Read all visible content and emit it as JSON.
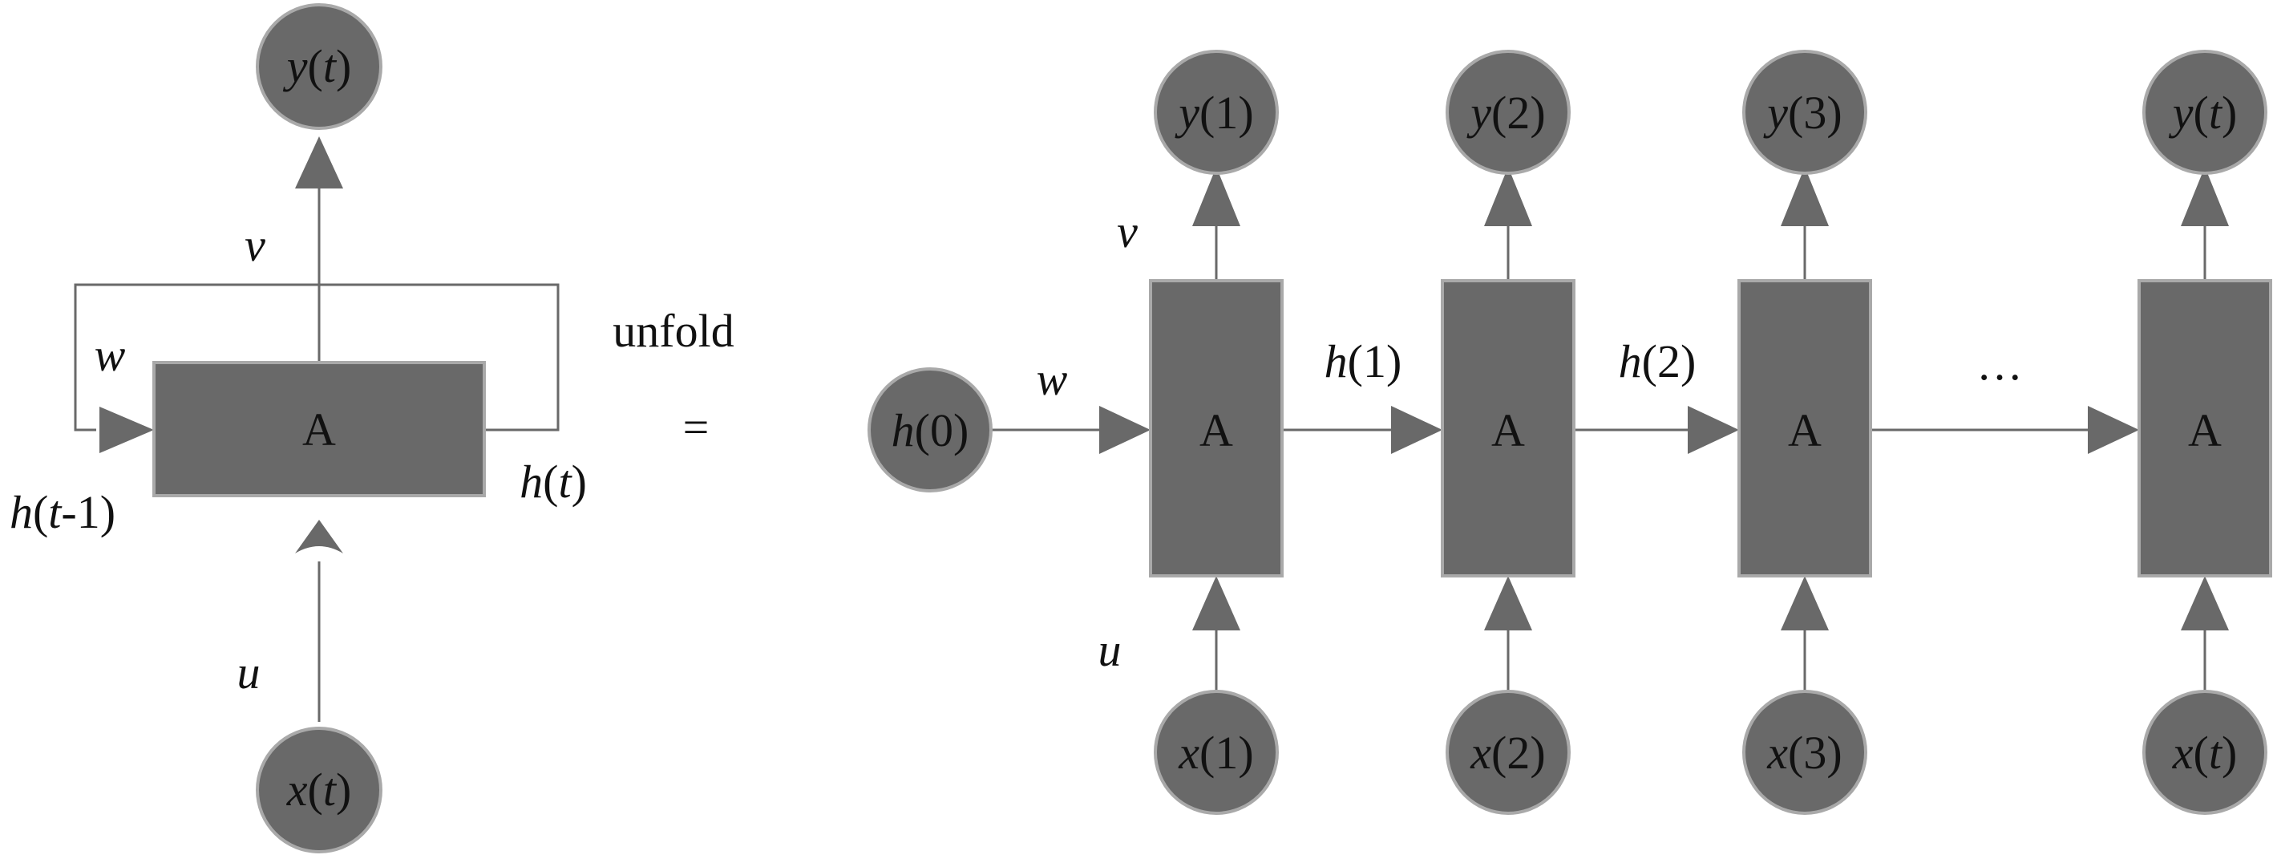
{
  "folded": {
    "cell": "A",
    "output": {
      "base": "y",
      "arg": "t",
      "arg_italic": true
    },
    "input": {
      "base": "x",
      "arg": "t",
      "arg_italic": true
    },
    "label_v": "v",
    "label_w": "w",
    "label_u": "u",
    "label_h_prev": {
      "base": "h",
      "open": "(",
      "t": "t",
      "rest": "-1)"
    },
    "label_h_t": {
      "base": "h",
      "arg": "t",
      "arg_italic": true
    }
  },
  "unfold_label": "unfold",
  "equals": "=",
  "unrolled": {
    "h0": {
      "base": "h",
      "arg": "0",
      "arg_italic": false
    },
    "label_w": "w",
    "label_v": "v",
    "label_u": "u",
    "ellipsis": "···",
    "steps": [
      {
        "cell": "A",
        "output": {
          "base": "y",
          "arg": "1",
          "arg_italic": false
        },
        "input": {
          "base": "x",
          "arg": "1",
          "arg_italic": false
        }
      },
      {
        "cell": "A",
        "output": {
          "base": "y",
          "arg": "2",
          "arg_italic": false
        },
        "input": {
          "base": "x",
          "arg": "2",
          "arg_italic": false
        }
      },
      {
        "cell": "A",
        "output": {
          "base": "y",
          "arg": "3",
          "arg_italic": false
        },
        "input": {
          "base": "x",
          "arg": "3",
          "arg_italic": false
        }
      },
      {
        "cell": "A",
        "output": {
          "base": "y",
          "arg": "t",
          "arg_italic": true
        },
        "input": {
          "base": "x",
          "arg": "t",
          "arg_italic": true
        }
      }
    ],
    "hidden_labels": [
      {
        "base": "h",
        "arg": "1",
        "arg_italic": false
      },
      {
        "base": "h",
        "arg": "2",
        "arg_italic": false
      }
    ]
  }
}
